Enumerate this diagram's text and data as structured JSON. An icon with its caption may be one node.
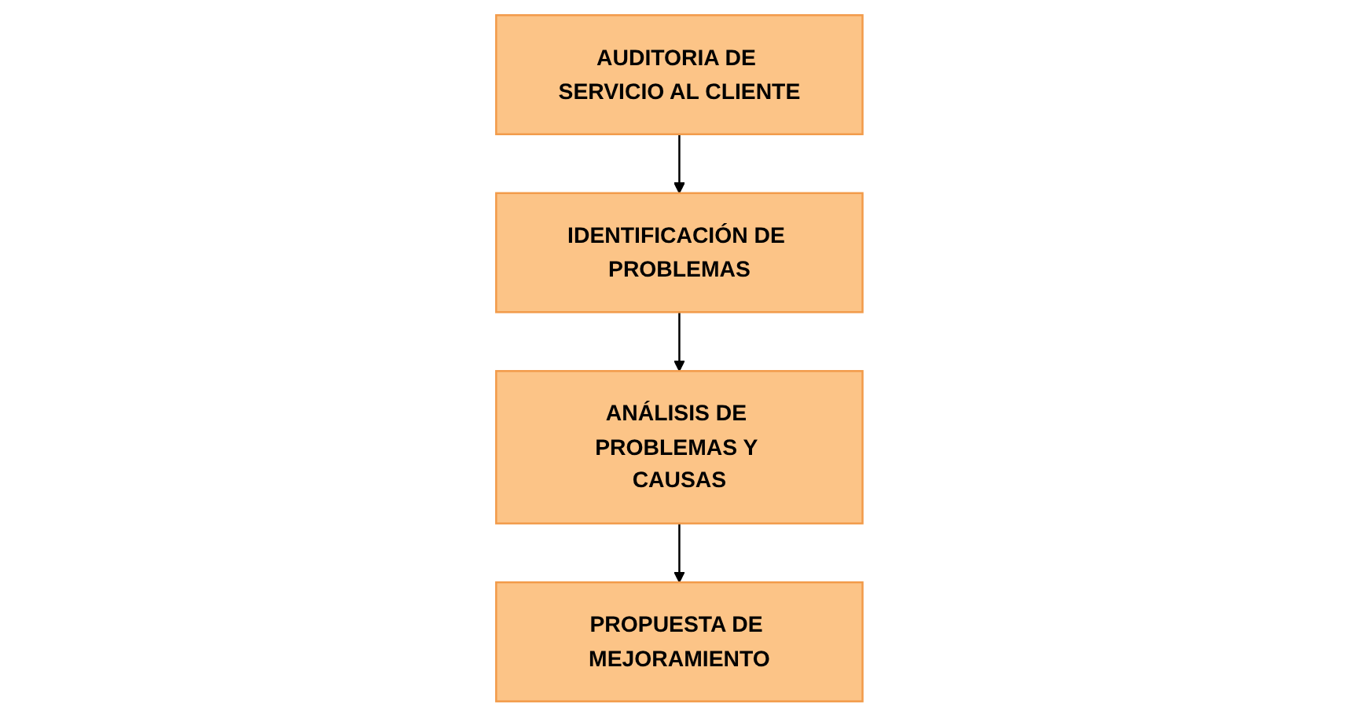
{
  "diagram": {
    "nodes": [
      {
        "text": [
          "AUDITORIA DE SERVICIO AL CLIENTE"
        ]
      },
      {
        "text": [
          "IDENTIFICACIÓN DE PROBLEMAS"
        ]
      },
      {
        "text": [
          "ANÁLISIS DE PROBLEMAS Y CAUSAS"
        ]
      },
      {
        "text": [
          "PROPUESTA DE MEJORAMIENTO"
        ]
      }
    ],
    "edges": [
      {
        "from": 0,
        "to": 1,
        "arrow": "to"
      },
      {
        "from": 1,
        "to": 2,
        "arrow": "to"
      },
      {
        "from": 2,
        "to": 3,
        "arrow": "to"
      }
    ]
  }
}
